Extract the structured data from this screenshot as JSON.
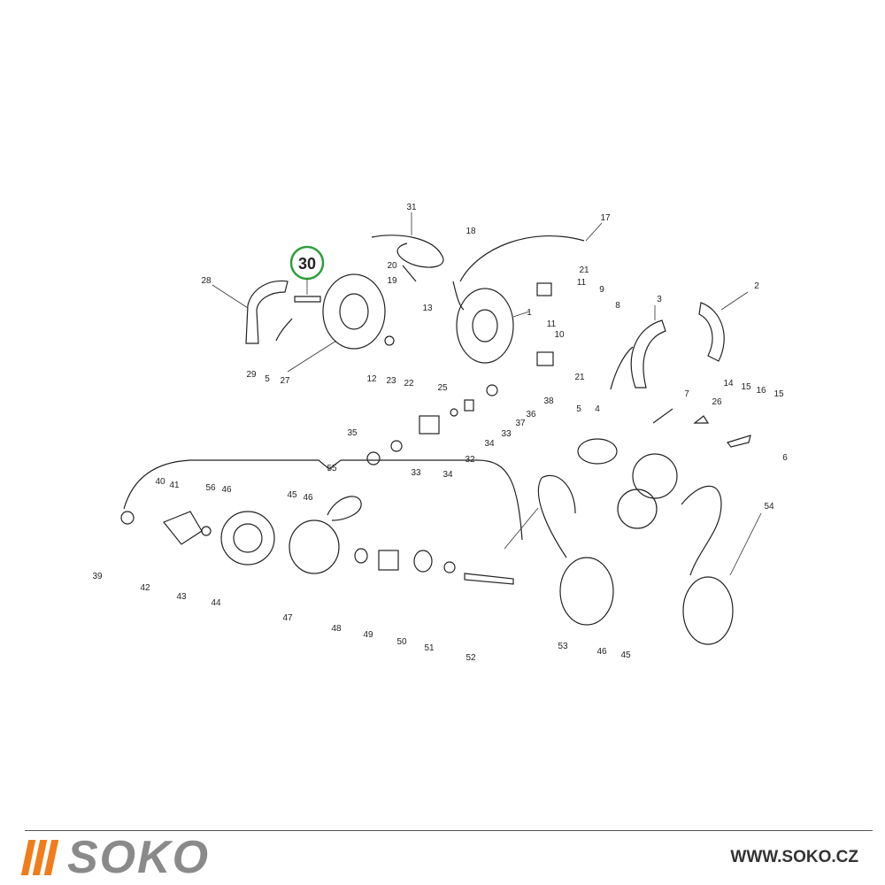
{
  "highlight": {
    "number": "30",
    "color": "#2e9e3a"
  },
  "labels": [
    "31",
    "17",
    "18",
    "20",
    "19",
    "28",
    "21",
    "11",
    "9",
    "13",
    "1",
    "8",
    "3",
    "2",
    "11",
    "10",
    "27",
    "29",
    "5",
    "12",
    "25",
    "21",
    "14",
    "15",
    "16",
    "15",
    "23",
    "22",
    "38",
    "5",
    "4",
    "7",
    "36",
    "37",
    "26",
    "33",
    "35",
    "34",
    "32",
    "6",
    "33",
    "34",
    "55",
    "40",
    "41",
    "56",
    "46",
    "45",
    "46",
    "54",
    "39",
    "42",
    "43",
    "44",
    "47",
    "48",
    "49",
    "50",
    "51",
    "52",
    "53",
    "46",
    "45"
  ],
  "footer": {
    "brand": "SOKO",
    "url": "WWW.SOKO.CZ",
    "brand_color": "#f07d1a"
  }
}
